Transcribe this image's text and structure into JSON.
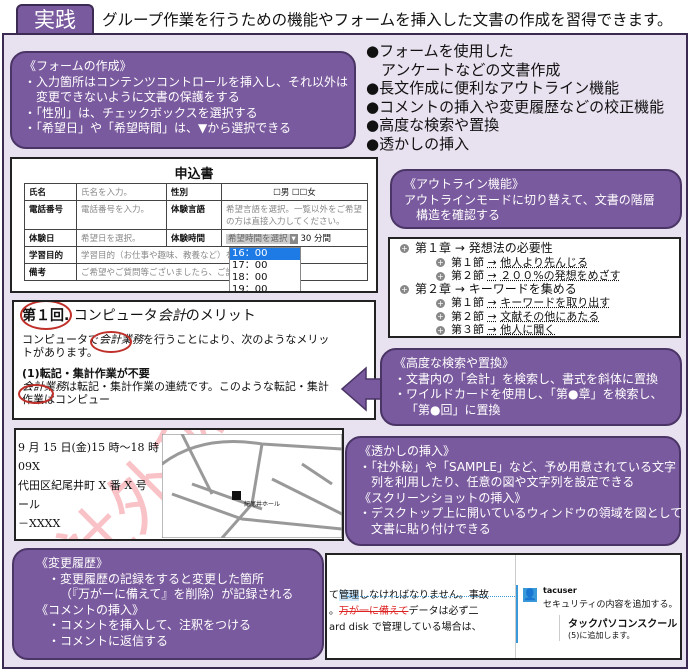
{
  "header": {
    "tab": "実践",
    "title": "グループ作業を行うための機能やフォームを挿入した文書の作成を習得できます。"
  },
  "form_callout": {
    "heading": "《フォームの作成》",
    "lines": [
      "・入力箇所はコンテンツコントロールを挿入し、それ以外は",
      "変更できないように文書の保護をする",
      "・「性別」は、チェックボックスを選択する",
      "・「希望日」や「希望時間」は、▼から選択できる"
    ]
  },
  "features": [
    "●フォームを使用した",
    "アンケートなどの文書作成",
    "●長文作成に便利なアウトライン機能",
    "●コメントの挿入や変更履歴などの校正機能",
    "●高度な検索や置換",
    "●透かしの挿入"
  ],
  "form_doc": {
    "title": "申込書",
    "rows": [
      [
        "氏名",
        "氏名を入力。",
        "性別",
        "☐男 ☐☐女"
      ],
      [
        "電話番号",
        "電話番号を入力。",
        "体験言語",
        "希望言語を選択。一覧以外をご希望の方は直接入力してください。"
      ],
      [
        "体験日",
        "希望日を選択。",
        "体験時間",
        "希望時間を選択",
        "30 分間"
      ],
      [
        "学習目的",
        "学習目的（お仕事や趣味、教養など）を"
      ],
      [
        "備考",
        "ご希望やご質問等ございましたら、ご記"
      ]
    ],
    "dropdown": [
      "16：00",
      "17：00",
      "18：00",
      "19：00"
    ]
  },
  "outline_callout": {
    "heading": "《アウトライン機能》",
    "lines": [
      "アウトラインモードに切り替えて、文書の階層",
      "構造を確認する"
    ]
  },
  "outline_doc": [
    {
      "level": 1,
      "num": "第１章",
      "arrow": "→",
      "text": "発想法の必要性"
    },
    {
      "level": 2,
      "num": "第１節",
      "arrow": "→",
      "text": "他人より先んじる"
    },
    {
      "level": 2,
      "num": "第２節",
      "arrow": "→",
      "text": "２００%の発想をめざす"
    },
    {
      "level": 1,
      "num": "第２章",
      "arrow": "→",
      "text": "キーワードを集める"
    },
    {
      "level": 2,
      "num": "第１節",
      "arrow": "→",
      "text": "キーワードを取り出す"
    },
    {
      "level": 2,
      "num": "第２節",
      "arrow": "→",
      "text": "文献その他にあたる"
    },
    {
      "level": 2,
      "num": "第３節",
      "arrow": "→",
      "text": "他人に聞く"
    }
  ],
  "search_doc": {
    "heading_num": "第１回.",
    "heading_a": "コンピュータ",
    "heading_it": "会計",
    "heading_b": "のメリット",
    "p1a": "コンピュータで",
    "p1it": "会計業務",
    "p1b": "を行うことにより、次のようなメリットがあります。",
    "sub": "(1)転記・集計作業が不要",
    "p2it": "会計業務",
    "p2b": "は転記・集計作業の連続です。このような転記・集計作業はコンピュー"
  },
  "search_callout": {
    "heading": "《高度な検索や置換》",
    "lines": [
      "・文書内の「会計」を検索し、書式を斜体に置換",
      "・ワイルドカードを使用し、「第●章」を検索し、",
      "「第●回」に置換"
    ]
  },
  "watermark_doc": {
    "lines": [
      "9 月 15 日(金)15 時～18 時",
      "09X",
      "代田区紀尾井町 X 番 X 号",
      "ール",
      "－XXXX"
    ],
    "watermark": "社外秘",
    "map_label": "紀尾井ホール"
  },
  "watermark_callout": {
    "heading1": "《透かしの挿入》",
    "lines1": [
      "・「社外秘」や「SAMPLE」など、予め用意されている文字",
      "列を利用したり、任意の図や文字列を設定できる"
    ],
    "heading2": "《スクリーンショットの挿入》",
    "lines2": [
      "・デスクトップ上に開いているウィンドウの領域を図として",
      "文書に貼り付けできる"
    ]
  },
  "track_callout": {
    "heading1": "《変更履歴》",
    "lines1": [
      "・変更履歴の記録をすると変更した箇所",
      "（『万がーに備えて』を削除）が記録される"
    ],
    "heading2": "《コメントの挿入》",
    "lines2": [
      "・コメントを挿入して、注釈をつける",
      "・コメントに返信する"
    ]
  },
  "comment_doc": {
    "line1a": "て",
    "line1hl": "管理",
    "line1b": "しなければなりません。事故",
    "line2a": "。",
    "line2del": "万が一に備えて",
    "line2b": "データは必ず二",
    "line3": "ard disk で管理している場合は、",
    "user": "tacuser",
    "comment": "セキュリティの内容を追加する。",
    "reply_user": "タックパソコンスクール",
    "reply": "(5)に追加します。"
  },
  "colors": {
    "purple": "#7a5a9e",
    "dark": "#3b2a52",
    "panel": "#e8e1ef"
  }
}
